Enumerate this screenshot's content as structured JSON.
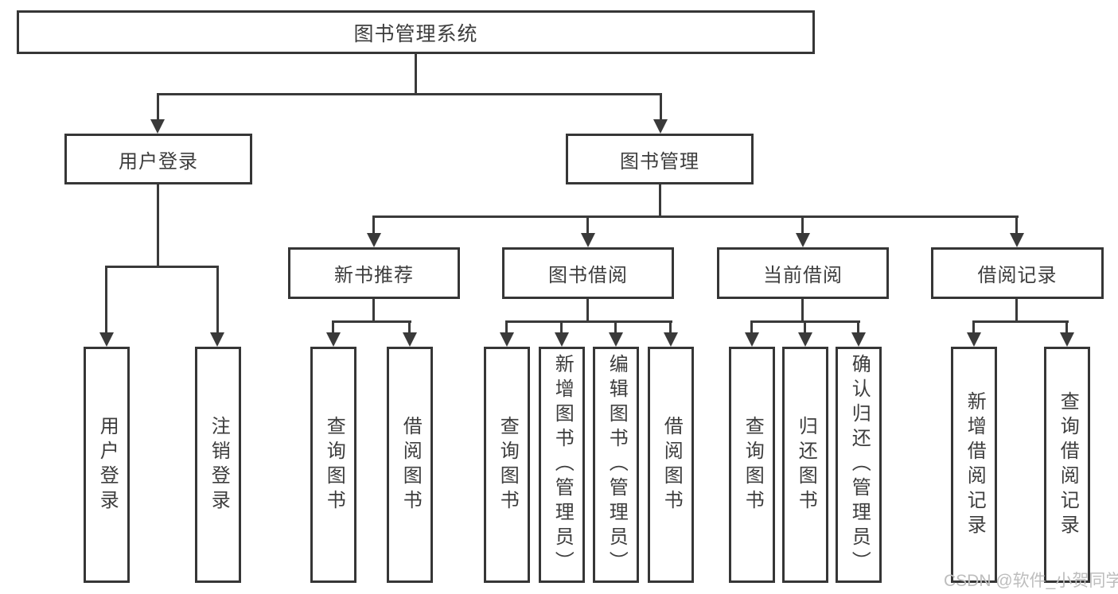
{
  "root": {
    "label": "图书管理系统",
    "children": [
      {
        "label": "用户登录",
        "children": [
          {
            "label": "用户登录"
          },
          {
            "label": "注销登录"
          }
        ]
      },
      {
        "label": "图书管理",
        "children": [
          {
            "label": "新书推荐",
            "children": [
              {
                "label": "查询图书"
              },
              {
                "label": "借阅图书"
              }
            ]
          },
          {
            "label": "图书借阅",
            "children": [
              {
                "label": "查询图书"
              },
              {
                "label": "新增图书（管理员）"
              },
              {
                "label": "编辑图书（管理员）"
              },
              {
                "label": "借阅图书"
              }
            ]
          },
          {
            "label": "当前借阅",
            "children": [
              {
                "label": "查询图书"
              },
              {
                "label": "归还图书"
              },
              {
                "label": "确认归还（管理员）"
              }
            ]
          },
          {
            "label": "借阅记录",
            "children": [
              {
                "label": "新增借阅记录"
              },
              {
                "label": "查询借阅记录"
              }
            ]
          }
        ]
      }
    ]
  },
  "watermark": "CSDN @软件_小贺同学",
  "colors": {
    "line": "#3a3a3a",
    "border": "#363636",
    "text": "#3d3d3d",
    "background": "#ffffff",
    "watermark": "#bdbdbd"
  }
}
